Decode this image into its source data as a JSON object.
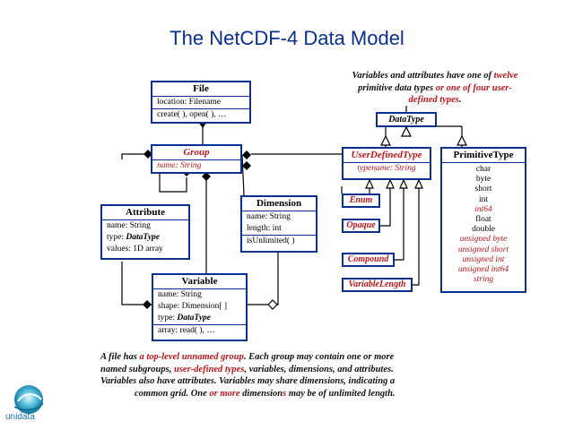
{
  "title": "The NetCDF-4 Data Model",
  "top_note": {
    "p1": "Variables and attributes have one of ",
    "p2": "twelve",
    "p3": " primitive data types ",
    "p4": "or one of four user-defined types",
    "p5": "."
  },
  "boxes": {
    "file": {
      "name": "File",
      "attrs": [
        "location: Filename"
      ],
      "ops": [
        "create( ), open( ), …"
      ]
    },
    "group": {
      "name": "Group",
      "attrs": [
        "name: String"
      ]
    },
    "attribute": {
      "name": "Attribute",
      "attr1": "name: String",
      "attr2_prefix": "type: ",
      "attr2_type": "DataType",
      "attr3": "values: 1D array"
    },
    "dimension": {
      "name": "Dimension",
      "attrs": [
        "name: String",
        "length: int"
      ],
      "ops": [
        "isUnlimited( )"
      ]
    },
    "variable": {
      "name": "Variable",
      "attr1": "name: String",
      "attr2": "shape: Dimension[ ]",
      "attr3_prefix": "type:  ",
      "attr3_type": "DataType",
      "ops": [
        "array: read( ), …"
      ]
    },
    "datatype": {
      "name": "DataType"
    },
    "userdefined": {
      "name": "UserDefinedType",
      "attrs": [
        "typename: String"
      ]
    },
    "enum": {
      "name": "Enum"
    },
    "opaque": {
      "name": "Opaque"
    },
    "compound": {
      "name": "Compound"
    },
    "variablelength": {
      "name": "VariableLength"
    },
    "primitive": {
      "name": "PrimitiveType",
      "types": [
        {
          "t": "char",
          "red": false
        },
        {
          "t": "byte",
          "red": false
        },
        {
          "t": "short",
          "red": false
        },
        {
          "t": "int",
          "red": false
        },
        {
          "t": "int64",
          "red": true
        },
        {
          "t": "float",
          "red": false
        },
        {
          "t": "double",
          "red": false
        },
        {
          "t": "unsigned byte",
          "red": true
        },
        {
          "t": "unsigned short",
          "red": true
        },
        {
          "t": "unsigned int",
          "red": true
        },
        {
          "t": "unsigned int64",
          "red": true
        },
        {
          "t": "string",
          "red": true
        }
      ]
    }
  },
  "bottom_note": {
    "a1": "A file has ",
    "a2": "a top-level unnamed group",
    "a3": ".  Each group may contain one or more",
    "b1": "named subgroups, ",
    "b2": "user-defined types",
    "b3": ", variables, dimensions, and attributes.",
    "c1": "Variables also have attributes.  Variables may share dimensions, indicating a",
    "d1": "common grid.  One ",
    "d2": "or more",
    "d3": " dimension",
    "d4": "s",
    "d5": " may be of unlimited length."
  },
  "logo": {
    "text": "unidata"
  },
  "colors": {
    "border": "#0b2f8e",
    "accent_red": "#c0161b",
    "title": "#0b2f8e",
    "fill": "#ffffff"
  }
}
